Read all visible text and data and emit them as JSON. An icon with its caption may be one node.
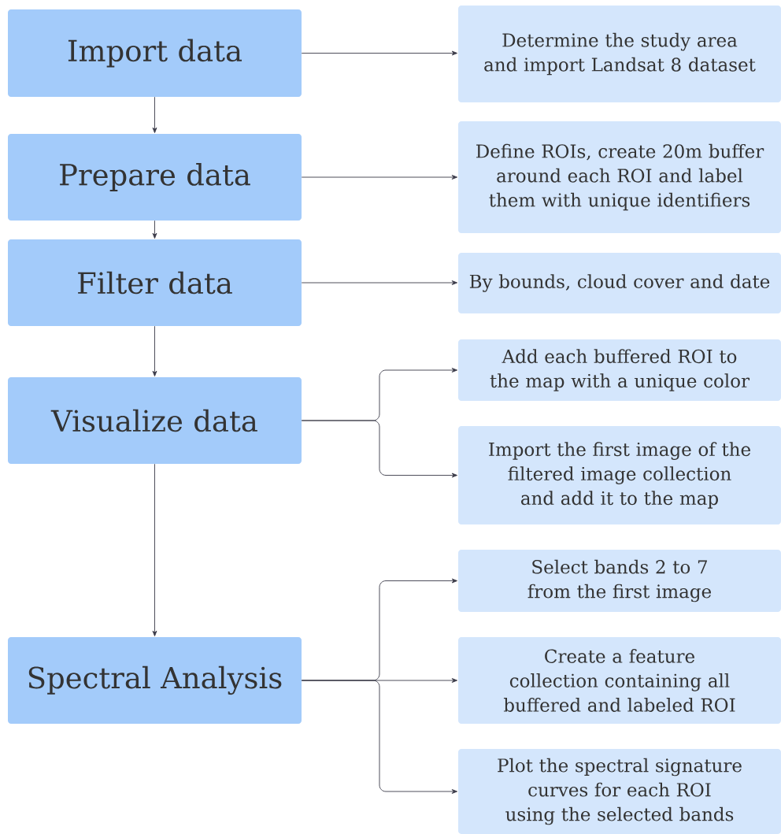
{
  "diagram": {
    "nodes": [
      {
        "text": [
          "Import data"
        ]
      },
      {
        "text": [
          "Prepare data"
        ]
      },
      {
        "text": [
          "Filter data"
        ]
      },
      {
        "text": [
          "Visualize data"
        ]
      },
      {
        "text": [
          "Spectral Analysis"
        ]
      },
      {
        "text": [
          "Determine the study area and import Landsat 8 dataset"
        ]
      },
      {
        "text": [
          "Define ROIs, create 20m buffer around each ROI and label them with unique identifiers"
        ]
      },
      {
        "text": [
          "By bounds, cloud cover and date"
        ]
      },
      {
        "text": [
          "Add each buffered ROI to the map with a unique color"
        ]
      },
      {
        "text": [
          "Import the first image of the filtered image collection and add it to the map"
        ]
      },
      {
        "text": [
          "Select bands 2 to 7 from the first image"
        ]
      },
      {
        "text": [
          "Create a feature collection containing all buffered and labeled ROI"
        ]
      },
      {
        "text": [
          "Plot the spectral signature curves for each ROI using the selected bands"
        ]
      }
    ],
    "edges": [
      {
        "from": 0,
        "to": 1,
        "arrow": "to"
      },
      {
        "from": 1,
        "to": 2,
        "arrow": "to"
      },
      {
        "from": 2,
        "to": 3,
        "arrow": "to"
      },
      {
        "from": 3,
        "to": 4,
        "arrow": "to"
      },
      {
        "from": 0,
        "to": 5,
        "arrow": "to"
      },
      {
        "from": 1,
        "to": 6,
        "arrow": "to"
      },
      {
        "from": 2,
        "to": 7,
        "arrow": "to"
      },
      {
        "from": 3,
        "to": 8,
        "arrow": "to"
      },
      {
        "from": 3,
        "to": 9,
        "arrow": "to"
      },
      {
        "from": 4,
        "to": 10,
        "arrow": "to"
      },
      {
        "from": 4,
        "to": 11,
        "arrow": "to"
      },
      {
        "from": 4,
        "to": 12,
        "arrow": "to"
      }
    ]
  }
}
